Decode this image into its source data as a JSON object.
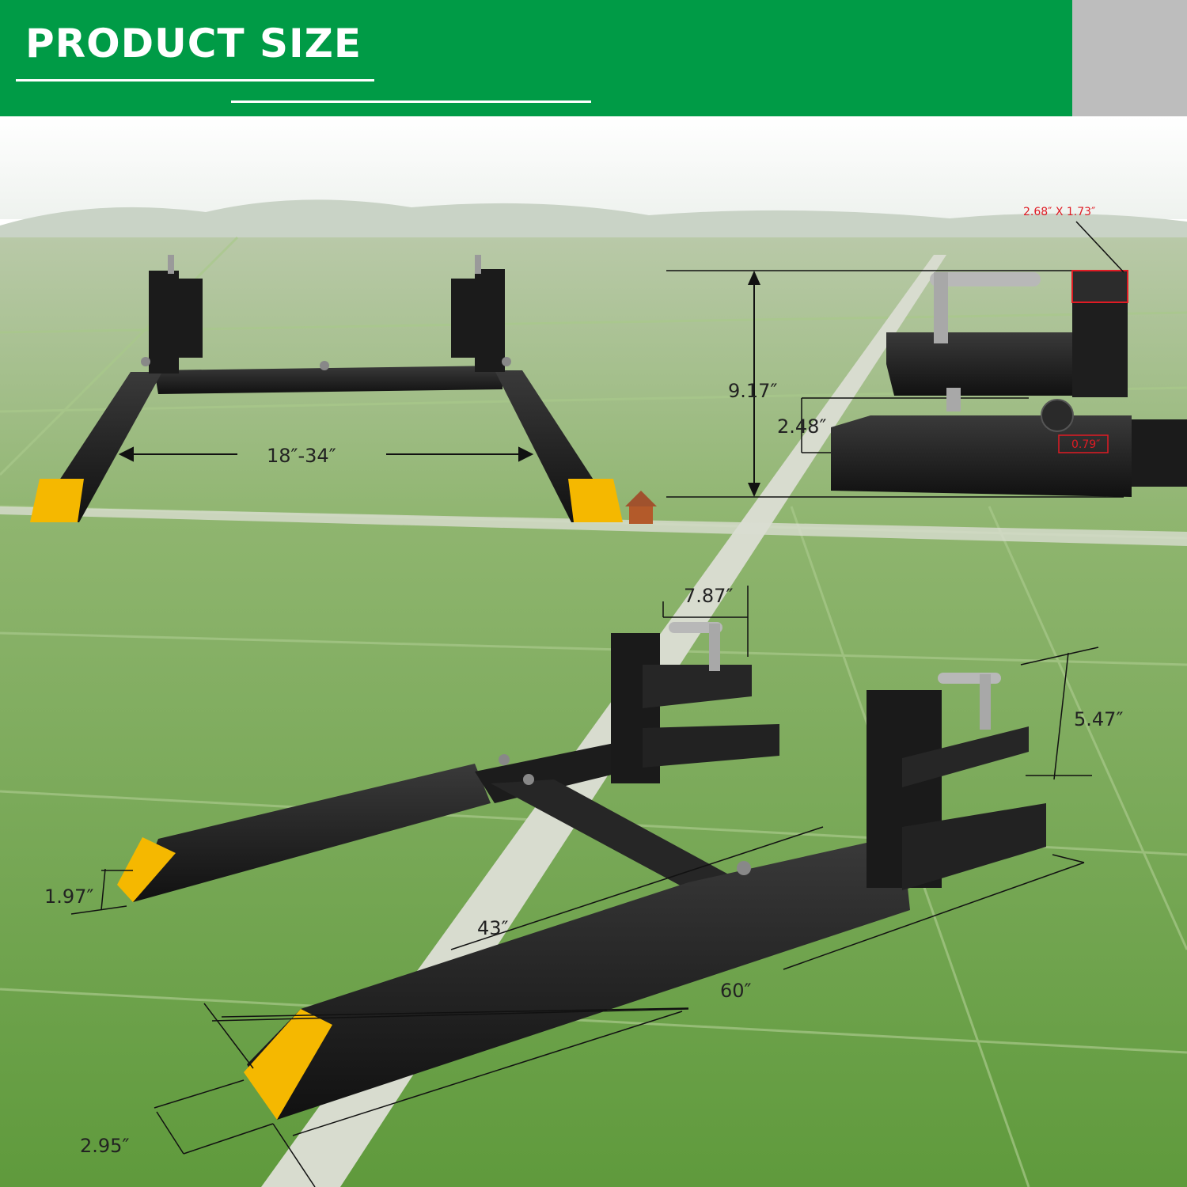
{
  "header": {
    "title": "PRODUCT SIZE"
  },
  "dimensions": {
    "spread": "18″-34″",
    "tube_size": "2.68″ X 1.73″",
    "clamp_height": "9.17″",
    "clamp_gap": "2.48″",
    "lip": "0.79″",
    "clamp_depth": "7.87″",
    "clamp_height_small": "5.47″",
    "tine_tip": "1.97″",
    "crossbar": "43″",
    "tine_length": "60″",
    "tine_width": "2.95″"
  },
  "colors": {
    "header_green": "#009b46",
    "header_gray": "#bdbdbd",
    "tip_yellow": "#f5b800",
    "steel": "#1b1b1b",
    "annotation_red": "#e01b24"
  }
}
